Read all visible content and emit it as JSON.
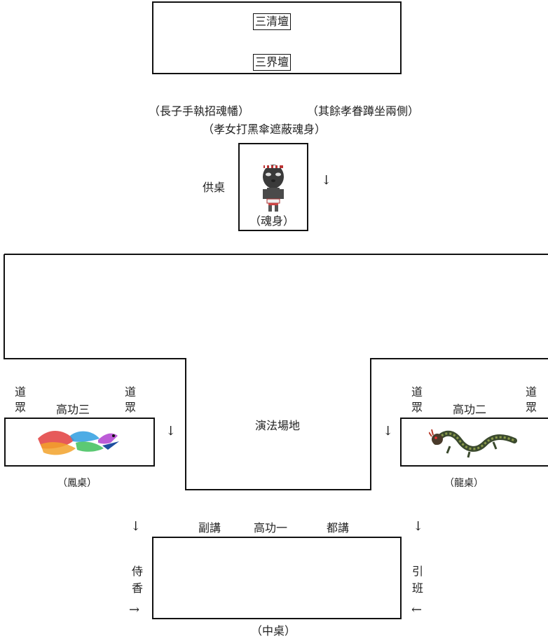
{
  "altar": {
    "upper_label": "三清壇",
    "lower_label": "三界壇"
  },
  "notes": {
    "eldest_son": "（長子手執招魂幡）",
    "others": "（其餘孝眷蹲坐兩側）",
    "daughter": "（孝女打黑傘遮蔽魂身）"
  },
  "offering_table": {
    "label": "供桌",
    "arrow": "↓",
    "soul_caption": "（魂身）"
  },
  "ritual_area": {
    "label": "演法場地"
  },
  "phoenix_table": {
    "left_label": "道眾",
    "right_label": "道眾",
    "title": "高功三",
    "caption": "（鳳桌）",
    "arrow": "↓"
  },
  "dragon_table": {
    "left_label": "道眾",
    "right_label": "道眾",
    "title": "高功二",
    "caption": "（龍桌）",
    "arrow": "↓"
  },
  "center_table": {
    "role_left": "副講",
    "role_middle": "高功一",
    "role_right": "都講",
    "side_left": "侍香",
    "side_right": "引班",
    "arrow_top_left": "↓",
    "arrow_top_right": "↓",
    "arrow_bottom_left": "→",
    "arrow_bottom_right": "←",
    "caption": "（中桌）"
  }
}
